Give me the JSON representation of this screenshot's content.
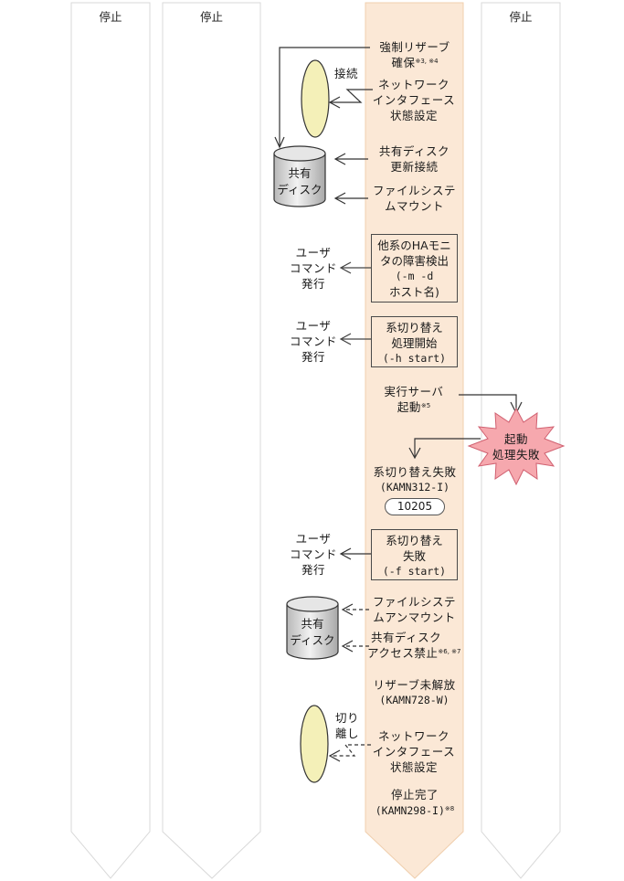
{
  "columns": [
    {
      "id": "col1",
      "header": "停止",
      "fill": "#ffffff"
    },
    {
      "id": "col2",
      "header": "停止",
      "fill": "#ffffff"
    },
    {
      "id": "col3",
      "header": "",
      "fill": "#fbe8d6"
    },
    {
      "id": "col4",
      "header": "停止",
      "fill": "#ffffff"
    }
  ],
  "colors": {
    "active_column": "#fbe8d6",
    "active_column_border": "#f0cfae",
    "idle_column_border": "#d9d9d9",
    "nic_fill": "#f4f0b8",
    "disk_fill": "#d0d0d0",
    "failure_burst_fill": "#f6a0a8",
    "failure_burst_border": "#d06070"
  },
  "steps": {
    "forced_reserve": {
      "line1": "強制リザーブ",
      "line2": "確保",
      "note": "※3, ※4"
    },
    "connect_label": "接続",
    "nic_setup_1": {
      "line1": "ネットワーク",
      "line2": "インタフェース",
      "line3": "状態設定"
    },
    "disk_update": {
      "line1": "共有ディスク",
      "line2": "更新接続"
    },
    "fs_mount": {
      "line1": "ファイルシステ",
      "line2": "ムマウント"
    },
    "ha_detect": {
      "line1": "他系のHAモニ",
      "line2": "タの障害検出",
      "line3": "(-m -d",
      "line4": "ホスト名)"
    },
    "switch_start": {
      "line1": "系切り替え",
      "line2": "処理開始",
      "line3": "(-h start)"
    },
    "server_start": {
      "line1": "実行サーバ",
      "line2": "起動",
      "note": "※5"
    },
    "start_failure": {
      "line1": "起動",
      "line2": "処理失敗"
    },
    "switch_failed": {
      "line1": "系切り替え失敗",
      "line2": "(KAMN312-I)",
      "code": "10205"
    },
    "switch_failed_cmd": {
      "line1": "系切り替え",
      "line2": "失敗",
      "line3": "(-f start)"
    },
    "fs_unmount": {
      "line1": "ファイルシステ",
      "line2": "ムアンマウント"
    },
    "disk_block": {
      "line1": "共有ディスク",
      "line2": "アクセス禁止",
      "note": "※6, ※7"
    },
    "reserve_unreleased": {
      "line1": "リザーブ未解放",
      "line2": "(KAMN728-W)"
    },
    "detach_label": {
      "line1": "切り",
      "line2": "離し"
    },
    "nic_setup_2": {
      "line1": "ネットワーク",
      "line2": "インタフェース",
      "line3": "状態設定"
    },
    "stop_complete": {
      "line1": "停止完了",
      "line2": "(KAMN298-I)",
      "note": "※8"
    }
  },
  "user_command": {
    "line1": "ユーザ",
    "line2": "コマンド",
    "line3": "発行"
  },
  "shared_disk": {
    "line1": "共有",
    "line2": "ディスク"
  },
  "icons": {
    "nic": "network-interface-ellipse",
    "disk": "shared-disk-cylinder",
    "failure": "starburst"
  }
}
